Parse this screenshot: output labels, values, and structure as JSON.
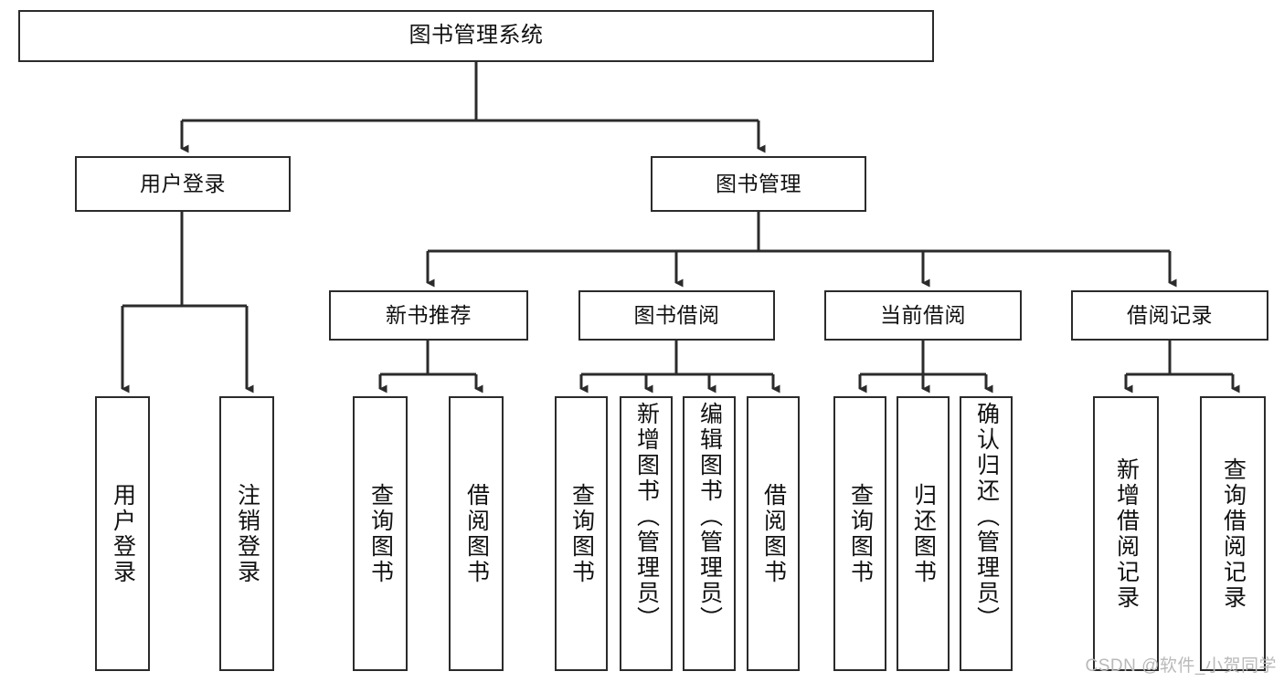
{
  "diagram": {
    "type": "tree",
    "title": "图书管理系统",
    "background_color": "#ffffff",
    "line_color": "#2b2b2b",
    "text_color": "#111111",
    "root": {
      "label": "图书管理系统"
    },
    "level2": [
      {
        "label": "用户登录"
      },
      {
        "label": "图书管理"
      }
    ],
    "level3": [
      {
        "label": "新书推荐"
      },
      {
        "label": "图书借阅"
      },
      {
        "label": "当前借阅"
      },
      {
        "label": "借阅记录"
      }
    ],
    "leaves": {
      "user_login": [
        {
          "label": "用户登录"
        },
        {
          "label": "注销登录"
        }
      ],
      "new_book_recommend": [
        {
          "label": "查询图书"
        },
        {
          "label": "借阅图书"
        }
      ],
      "book_borrow": [
        {
          "label": "查询图书"
        },
        {
          "label": "新增图书（管理员）"
        },
        {
          "label": "编辑图书（管理员）"
        },
        {
          "label": "借阅图书"
        }
      ],
      "current_borrow": [
        {
          "label": "查询图书"
        },
        {
          "label": "归还图书"
        },
        {
          "label": "确认归还（管理员）"
        }
      ],
      "borrow_record": [
        {
          "label": "新增借阅记录"
        },
        {
          "label": "查询借阅记录"
        }
      ]
    }
  },
  "watermark": {
    "text": "CSDN @软件_小贺同学"
  }
}
